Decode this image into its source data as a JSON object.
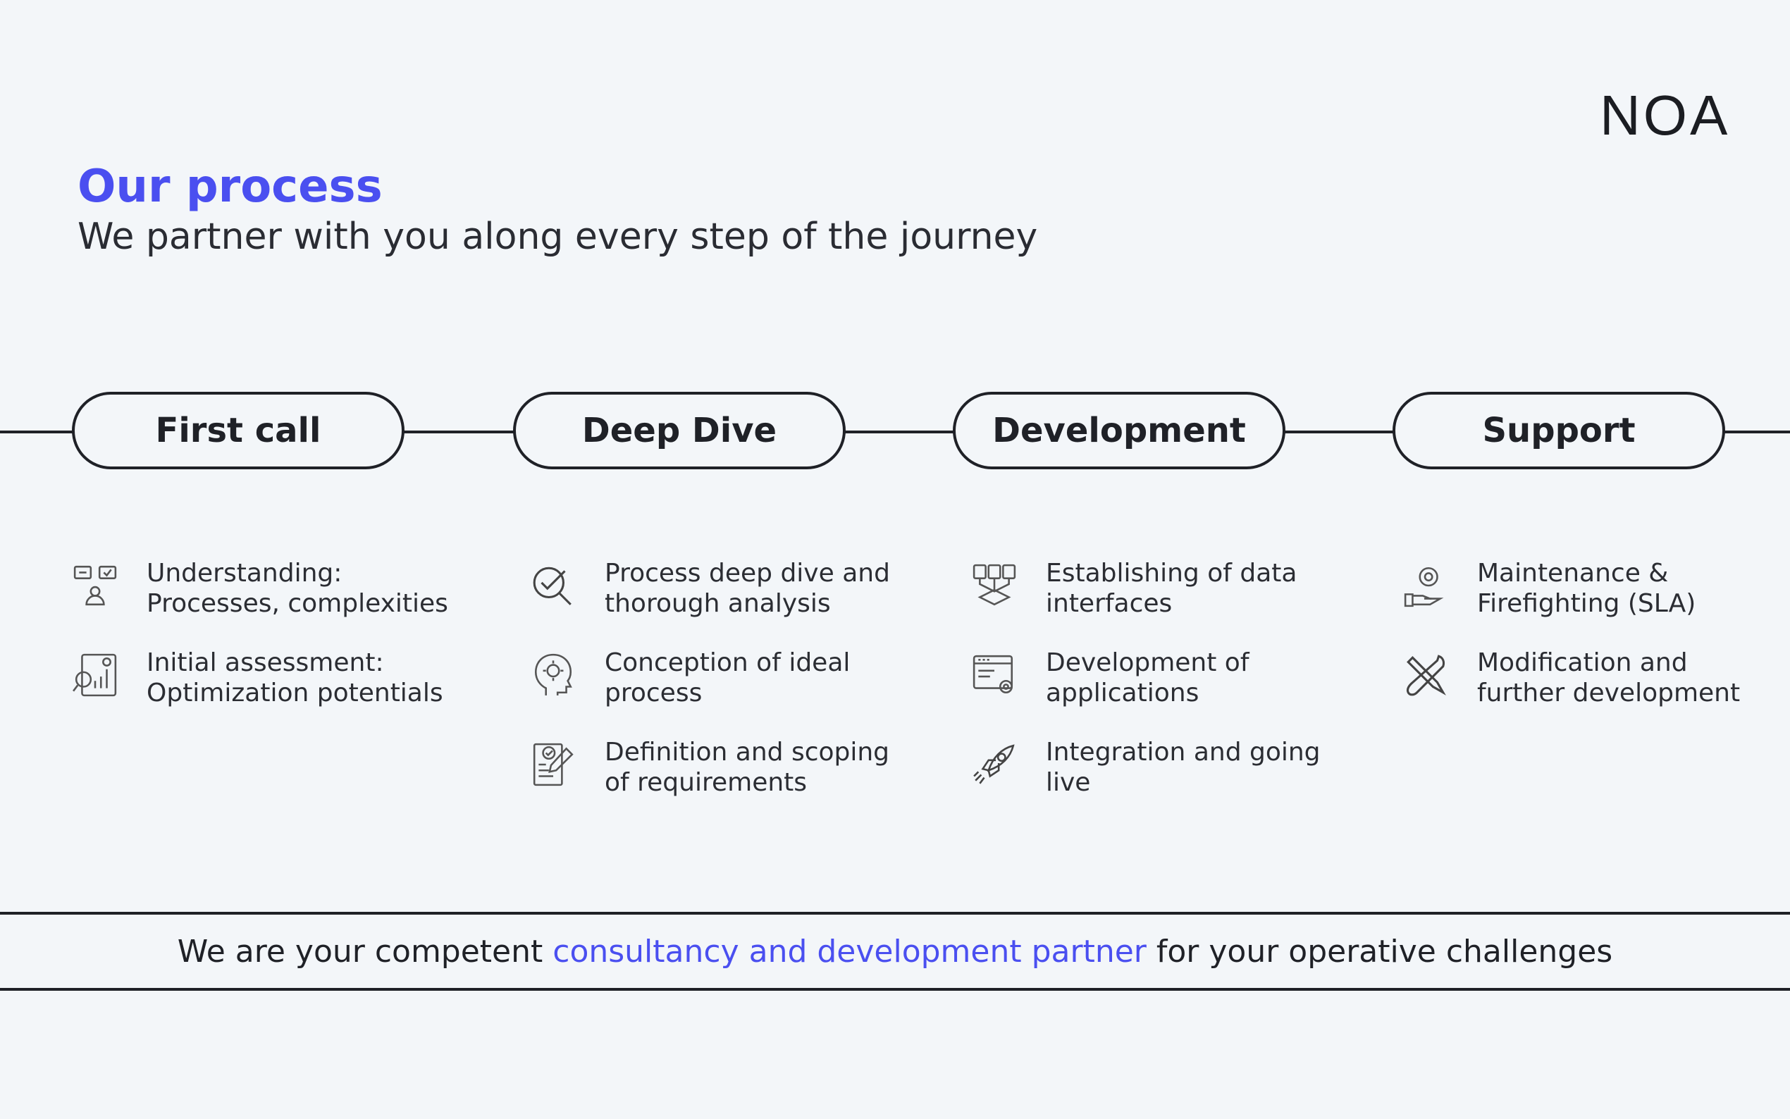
{
  "logo": "NOA",
  "title": "Our process",
  "subtitle": "We partner with you along every step of the journey",
  "stages": [
    {
      "label": "First call"
    },
    {
      "label": "Deep Dive"
    },
    {
      "label": "Development"
    },
    {
      "label": "Support"
    }
  ],
  "columns": [
    {
      "items": [
        {
          "icon": "people-screens-icon",
          "text": "Understanding:\nProcesses, complexities"
        },
        {
          "icon": "analytics-magnifier-icon",
          "text": "Initial assessment:\nOptimization potentials"
        }
      ]
    },
    {
      "items": [
        {
          "icon": "magnifier-check-icon",
          "text": "Process deep dive and\nthorough analysis"
        },
        {
          "icon": "head-gear-icon",
          "text": "Conception of ideal\nprocess"
        },
        {
          "icon": "checklist-pen-icon",
          "text": "Definition and scoping\nof requirements"
        }
      ]
    },
    {
      "items": [
        {
          "icon": "data-server-icon",
          "text": "Establishing of data\ninterfaces"
        },
        {
          "icon": "browser-gear-icon",
          "text": "Development of\napplications"
        },
        {
          "icon": "rocket-icon",
          "text": "Integration and going\nlive"
        }
      ]
    },
    {
      "items": [
        {
          "icon": "hand-gear-icon",
          "text": "Maintenance &\nFirefighting (SLA)"
        },
        {
          "icon": "tools-icon",
          "text": "Modification and\nfurther development"
        }
      ]
    }
  ],
  "banner": {
    "before": "We are your competent ",
    "highlight": "consultancy and development partner",
    "after": " for your operative challenges"
  },
  "colors": {
    "accent": "#4a4ff0",
    "ink": "#1f2127",
    "background": "#f3f6f9"
  }
}
